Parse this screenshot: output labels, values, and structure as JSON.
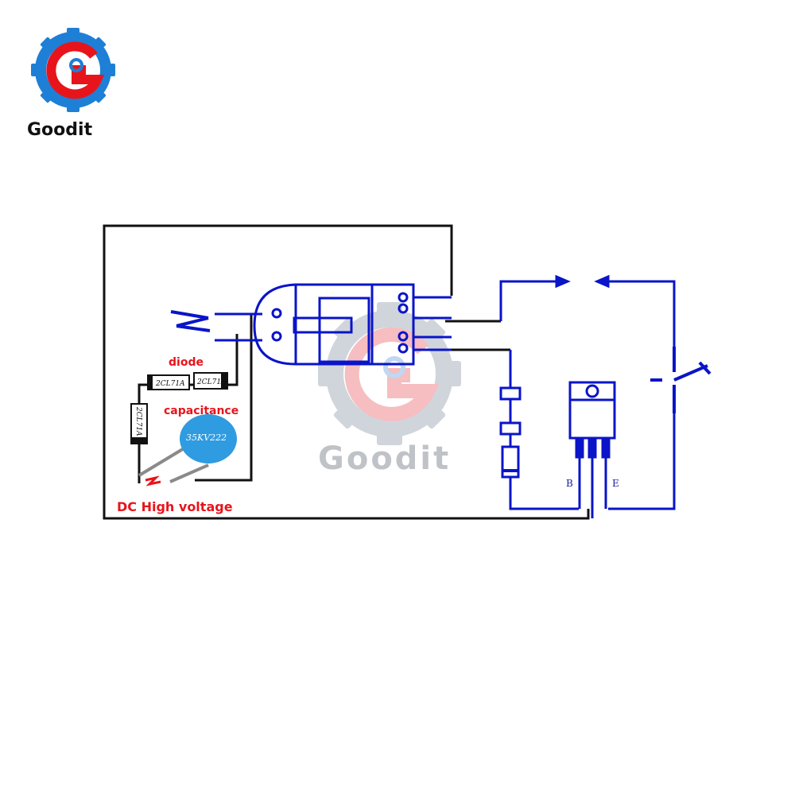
{
  "brand": {
    "name": "Goodit",
    "watermark": "Goodit",
    "colors": {
      "red": "#e8141b",
      "blue": "#1e7fd6",
      "gear_grey": "#9ba3ad"
    }
  },
  "labels": {
    "diode": "diode",
    "capacitance": "capacitance",
    "dc_high_voltage": "DC High voltage"
  },
  "parts": {
    "diode_1": "2CL71A",
    "diode_2": "2CL71A",
    "diode_3": "2CL71A",
    "capacitor": "35KV222"
  },
  "pins": {
    "base": "B",
    "emitter": "E"
  },
  "colors": {
    "wire_black": "#111111",
    "wire_blue": "#0a14c8",
    "capacitor_fill": "#2f9be0"
  }
}
